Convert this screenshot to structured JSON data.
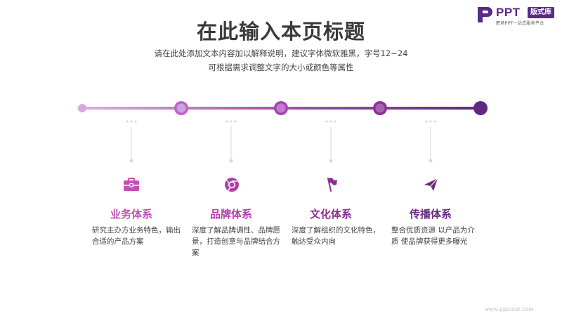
{
  "header": {
    "title": "在此输入本页标题",
    "subtitle_line1": "请在此处添加文本内容加以解释说明，建议字体微软雅黑，字号12~24",
    "subtitle_line2": "可根据需求调整文字的大小或颜色等属性"
  },
  "logo": {
    "brand": "PPT",
    "badge": "版式库",
    "tagline": "职场PPT一站式服务平台"
  },
  "colors": {
    "item1": "#c24fb5",
    "item2": "#b03fa8",
    "item3": "#8e2f8f",
    "item4": "#6a2a80",
    "line_start": "#d9a2dc",
    "line_end": "#5d2a80",
    "connector": "#d8d8d8"
  },
  "items": [
    {
      "title": "业务体系",
      "desc": "研究主办方业务特色，输出合适的产品方案",
      "icon": "briefcase-icon"
    },
    {
      "title": "品牌体系",
      "desc": "深度了解品牌调性、品牌愿景，打造创意与品牌结合方案",
      "icon": "chrome-icon"
    },
    {
      "title": "文化体系",
      "desc": "深度了解组织的文化特色，触达受众内向",
      "icon": "flag-icon"
    },
    {
      "title": "传播体系",
      "desc": "整合优质资源 以产品为介质 使品牌获得更多曝光",
      "icon": "paper-plane-icon"
    }
  ],
  "footer": {
    "url": "www.pptcool.com"
  }
}
